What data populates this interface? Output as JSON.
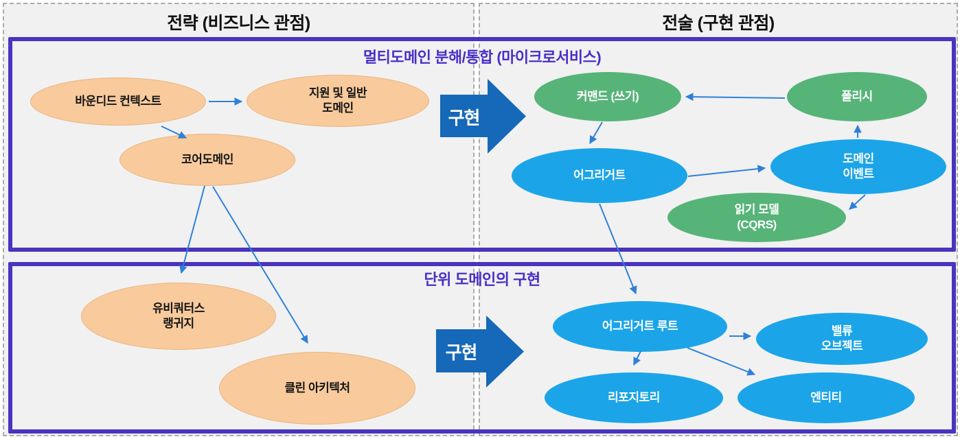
{
  "colors": {
    "bg": "#f1f1f2",
    "panel_border": "#ababab",
    "band_border": "#4a33bf",
    "band_title": "#4a2ec7",
    "node_orange": "#f8ca9c",
    "node_orange_border": "#eab57f",
    "node_green": "#57b478",
    "node_blue": "#1ba5e8",
    "edge": "#2e80d9",
    "impl_arrow": "#1668b8"
  },
  "headers": {
    "left": "전략 (비즈니스 관점)",
    "right": "전술 (구현 관점)"
  },
  "bands": {
    "top": {
      "title": "멀티도메인 분해/통합 (마이크로서비스)"
    },
    "bottom": {
      "title": "단위 도메인의 구현"
    }
  },
  "impl_arrows": {
    "top": {
      "label": "구현"
    },
    "bottom": {
      "label": "구현"
    }
  },
  "nodes": {
    "bounded_context": {
      "label": "바운디드 컨텍스트",
      "color": "orange"
    },
    "support_general_domain": {
      "label": "지원 및 일반\n도메인",
      "color": "orange"
    },
    "core_domain": {
      "label": "코어도메인",
      "color": "orange"
    },
    "ubiquitous_language": {
      "label": "유비쿼터스\n랭귀지",
      "color": "orange"
    },
    "clean_architecture": {
      "label": "클린 아키텍처",
      "color": "orange"
    },
    "command_write": {
      "label": "커맨드 (쓰기)",
      "color": "green"
    },
    "policy": {
      "label": "폴리시",
      "color": "green"
    },
    "aggregate": {
      "label": "어그리거트",
      "color": "blue"
    },
    "domain_event": {
      "label": "도메인\n이벤트",
      "color": "blue"
    },
    "read_model_cqrs": {
      "label": "읽기 모델\n(CQRS)",
      "color": "green"
    },
    "aggregate_root": {
      "label": "어그리거트 루트",
      "color": "blue"
    },
    "value_object": {
      "label": "밸류\n오브젝트",
      "color": "blue"
    },
    "repository": {
      "label": "리포지토리",
      "color": "blue"
    },
    "entity": {
      "label": "엔티티",
      "color": "blue"
    }
  },
  "edges": [
    {
      "from": "bounded_context",
      "to": "support_general_domain"
    },
    {
      "from": "bounded_context",
      "to": "core_domain"
    },
    {
      "from": "core_domain",
      "to": "ubiquitous_language"
    },
    {
      "from": "core_domain",
      "to": "clean_architecture"
    },
    {
      "from": "policy",
      "to": "command_write"
    },
    {
      "from": "command_write",
      "to": "aggregate"
    },
    {
      "from": "aggregate",
      "to": "domain_event"
    },
    {
      "from": "domain_event",
      "to": "policy"
    },
    {
      "from": "domain_event",
      "to": "read_model_cqrs"
    },
    {
      "from": "aggregate",
      "to": "aggregate_root"
    },
    {
      "from": "aggregate_root",
      "to": "value_object"
    },
    {
      "from": "aggregate_root",
      "to": "repository"
    },
    {
      "from": "aggregate_root",
      "to": "entity"
    }
  ]
}
